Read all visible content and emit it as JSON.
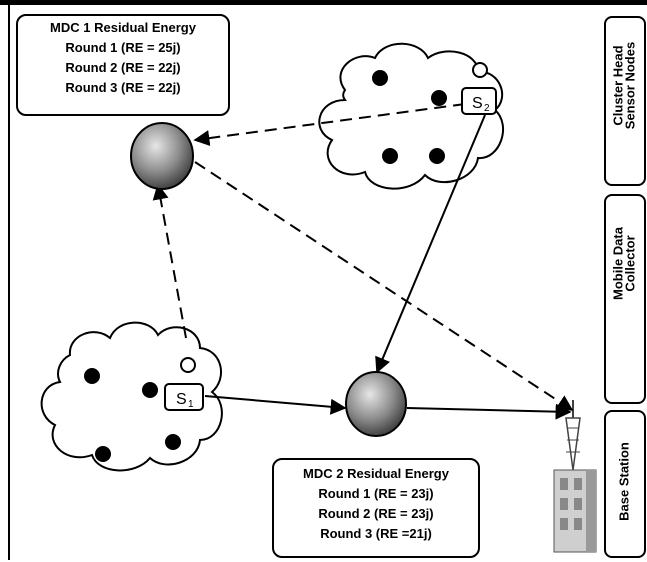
{
  "mdc1": {
    "title": "MDC 1 Residual Energy",
    "rounds": [
      "Round 1 (RE = 25j)",
      "Round 2 (RE = 22j)",
      "Round 3 (RE = 22j)"
    ]
  },
  "mdc2": {
    "title": "MDC 2 Residual Energy",
    "rounds": [
      "Round 1 (RE = 23j)",
      "Round 2 (RE = 23j)",
      "Round 3 (RE =21j)"
    ]
  },
  "nodes": {
    "s1_label": "S",
    "s1_sub": "1",
    "s2_label": "S",
    "s2_sub": "2"
  },
  "legend": {
    "cluster_head": "Cluster Head",
    "sensor_nodes": "Sensor Nodes",
    "mobile_collector_line1": "Mobile Data",
    "mobile_collector_line2": "Collector",
    "base_station": "Base Station"
  },
  "colors": {
    "mdc_fill": "#8a8a8a",
    "sensor_fill": "#000000",
    "line": "#000000"
  }
}
